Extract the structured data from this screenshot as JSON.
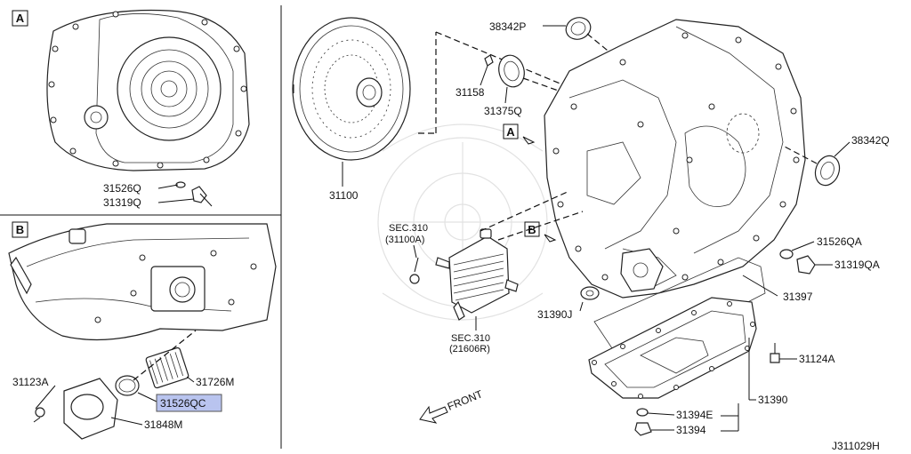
{
  "diagram_id": "J311029H",
  "views": {
    "a": "A",
    "b": "B"
  },
  "callouts": {
    "a": "A",
    "b": "B"
  },
  "front_label": "FRONT",
  "highlight_color": "#b9c4ef",
  "parts": {
    "p38342p": "38342P",
    "p31158": "31158",
    "p31375q": "31375Q",
    "p31100": "31100",
    "p38342q": "38342Q",
    "p31526qa": "31526QA",
    "p31319qa": "31319QA",
    "p31397": "31397",
    "p31390j": "31390J",
    "p31124a": "31124A",
    "p31390": "31390",
    "p31394e": "31394E",
    "p31394": "31394",
    "p31526q": "31526Q",
    "p31319q": "31319Q",
    "p31123a": "31123A",
    "p31726m": "31726M",
    "p31526qc": "31526QC",
    "p31848m": "31848M"
  },
  "sections": {
    "sec1": {
      "title": "SEC.310",
      "code": "(31100A)"
    },
    "sec2": {
      "title": "SEC.310",
      "code": "(21606R)"
    }
  }
}
